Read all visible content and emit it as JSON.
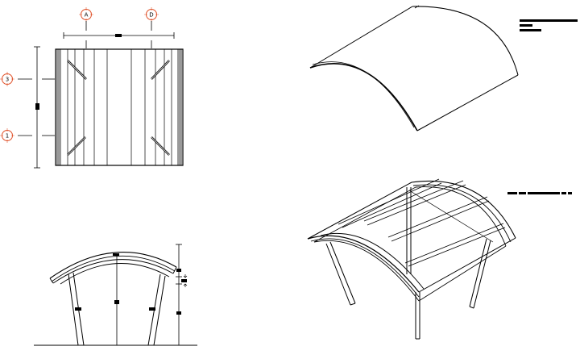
{
  "grid_bubbles": {
    "top_left": "A",
    "top_right": "D",
    "left_upper": "3",
    "left_lower": "1"
  },
  "colors": {
    "bubble": "#e0522a",
    "line": "#000000",
    "background": "#ffffff"
  }
}
